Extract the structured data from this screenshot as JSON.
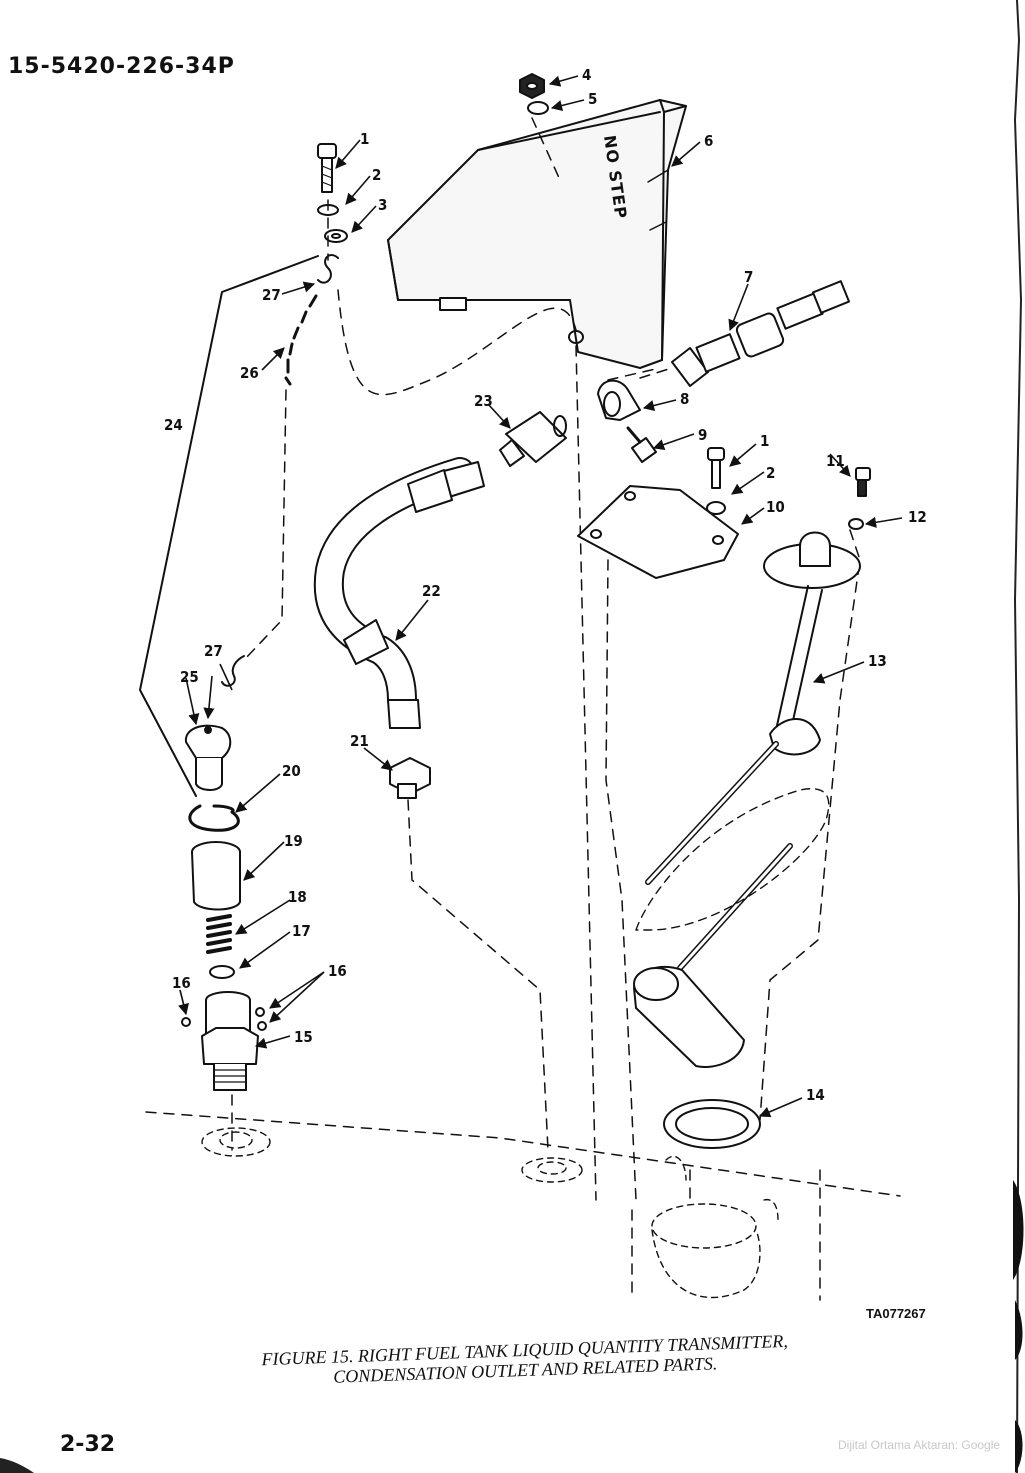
{
  "header": {
    "doc_number": "15-5420-226-34P"
  },
  "figure": {
    "caption_line1": "FIGURE 15. RIGHT FUEL TANK LIQUID QUANTITY TRANSMITTER,",
    "caption_line2": "CONDENSATION OUTLET AND RELATED PARTS.",
    "drawing_id": "TA077267",
    "tank_label": "NO STEP",
    "callouts": [
      {
        "id": "c1a",
        "text": "1"
      },
      {
        "id": "c2a",
        "text": "2"
      },
      {
        "id": "c3",
        "text": "3"
      },
      {
        "id": "c4",
        "text": "4"
      },
      {
        "id": "c5",
        "text": "5"
      },
      {
        "id": "c6",
        "text": "6"
      },
      {
        "id": "c7",
        "text": "7"
      },
      {
        "id": "c8",
        "text": "8"
      },
      {
        "id": "c9",
        "text": "9"
      },
      {
        "id": "c1b",
        "text": "1"
      },
      {
        "id": "c2b",
        "text": "2"
      },
      {
        "id": "c10",
        "text": "10"
      },
      {
        "id": "c11",
        "text": "11"
      },
      {
        "id": "c12",
        "text": "12"
      },
      {
        "id": "c13",
        "text": "13"
      },
      {
        "id": "c14",
        "text": "14"
      },
      {
        "id": "c15",
        "text": "15"
      },
      {
        "id": "c16a",
        "text": "16"
      },
      {
        "id": "c16b",
        "text": "16"
      },
      {
        "id": "c17",
        "text": "17"
      },
      {
        "id": "c18",
        "text": "18"
      },
      {
        "id": "c19",
        "text": "19"
      },
      {
        "id": "c20",
        "text": "20"
      },
      {
        "id": "c21",
        "text": "21"
      },
      {
        "id": "c22",
        "text": "22"
      },
      {
        "id": "c23",
        "text": "23"
      },
      {
        "id": "c24",
        "text": "24"
      },
      {
        "id": "c25",
        "text": "25"
      },
      {
        "id": "c26",
        "text": "26"
      },
      {
        "id": "c27a",
        "text": "27"
      },
      {
        "id": "c27b",
        "text": "27"
      }
    ]
  },
  "footer": {
    "page_number": "2-32",
    "watermark": "Dijital Ortama Aktaran: Google"
  }
}
